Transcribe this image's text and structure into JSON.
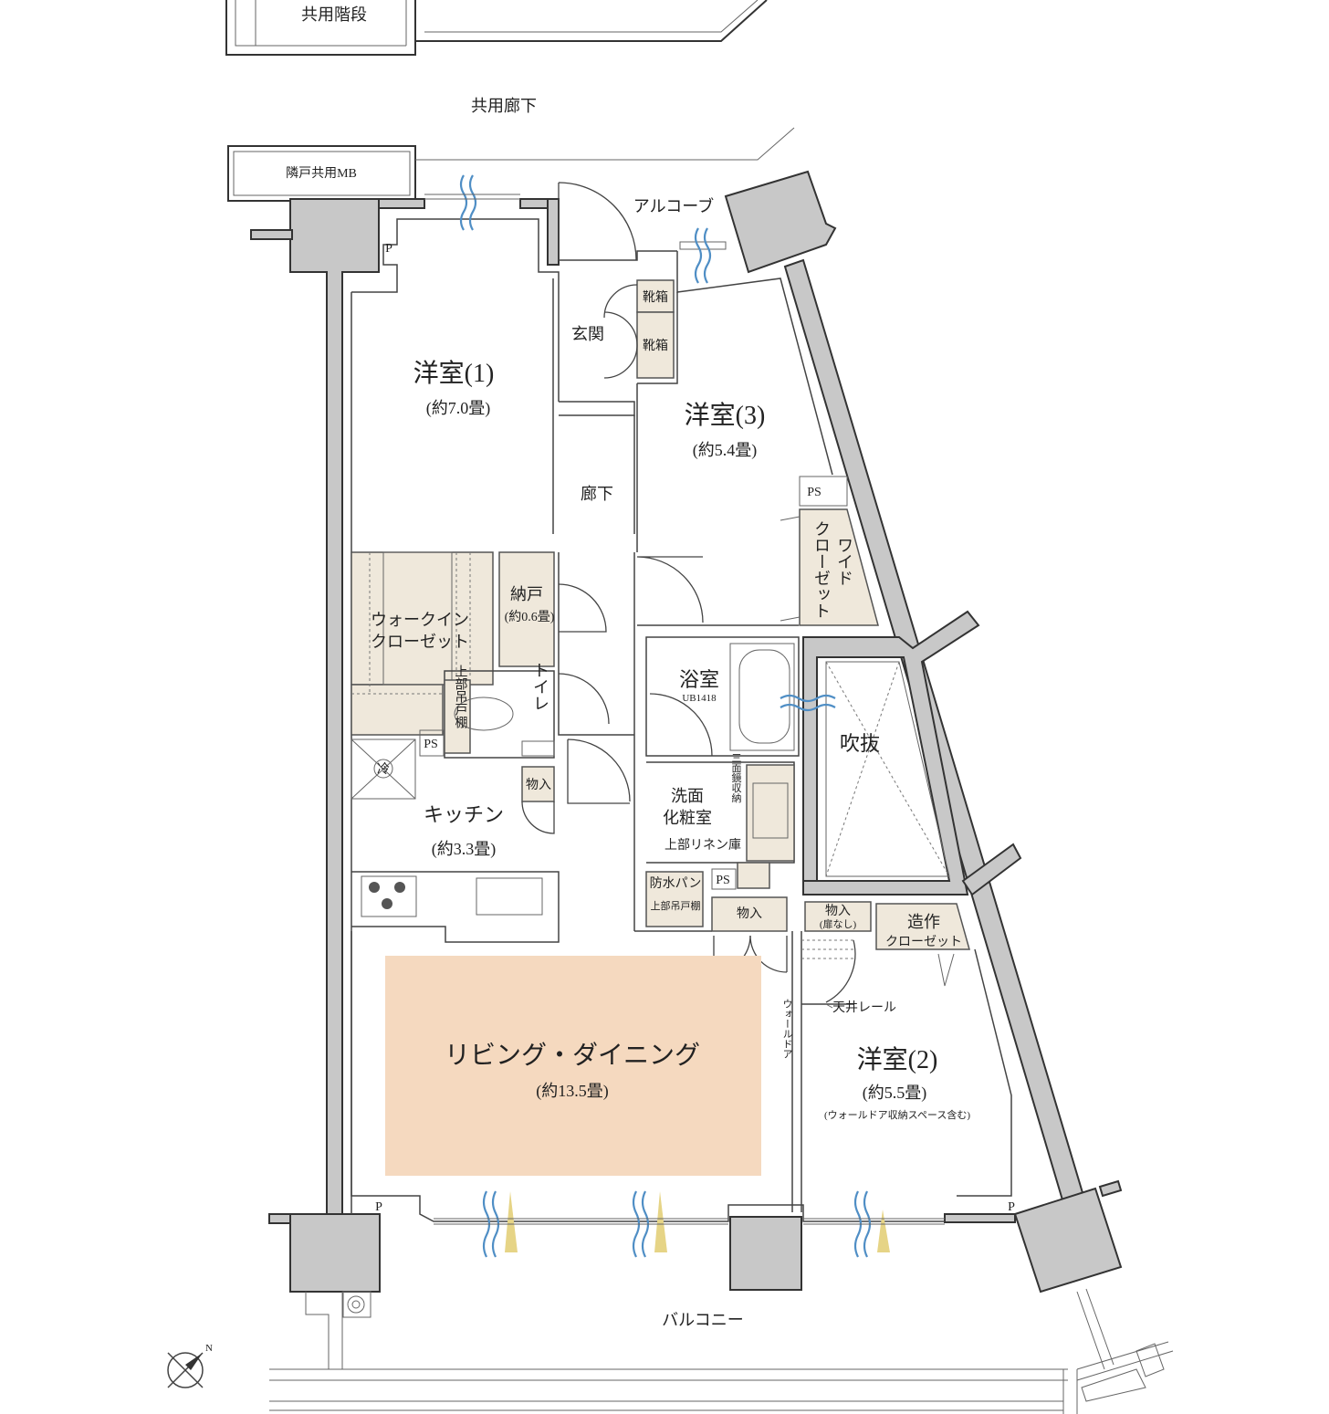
{
  "labels": {
    "common_stairs": "共用階段",
    "common_corridor": "共用廊下",
    "neighbor_mb": "隣戸共用MB",
    "alcove": "アルコーブ",
    "entrance": "玄関",
    "shoe_box_1": "靴箱",
    "shoe_box_2": "靴箱",
    "hallway": "廊下",
    "room1_name": "洋室(1)",
    "room1_size": "(約7.0畳)",
    "room3_name": "洋室(3)",
    "room3_size": "(約5.4畳)",
    "ps_room3": "PS",
    "wide_closet_1": "ワイド",
    "wide_closet_2": "クローゼット",
    "wic_1": "ウォークイン",
    "wic_2": "クローゼット",
    "storeroom_name": "納戸",
    "storeroom_size": "(約0.6畳)",
    "toilet": "トイレ",
    "toilet_shelf": "上部吊戸棚",
    "ps_toilet": "PS",
    "bath_name": "浴室",
    "bath_model": "UB1418",
    "atrium": "吹抜",
    "wash_1": "洗面",
    "wash_2": "化粧室",
    "mirror_storage": "三面鏡収納",
    "linen": "上部リネン庫",
    "ps_wash": "PS",
    "waterproof_pan": "防水パン",
    "wash_shelf": "上部吊戸棚",
    "storage_kitchen": "物入",
    "storage_wash": "物入",
    "storage_nodoor_1": "物入",
    "storage_nodoor_2": "(扉なし)",
    "built_closet_1": "造作",
    "built_closet_2": "クローゼット",
    "fridge": "冷",
    "kitchen_name": "キッチン",
    "kitchen_size": "(約3.3畳)",
    "ceiling_rail": "天井レール",
    "wall_door": "ウォールドア",
    "ld_name": "リビング・ダイニング",
    "ld_size": "(約13.5畳)",
    "room2_name": "洋室(2)",
    "room2_size": "(約5.5畳)",
    "room2_note": "(ウォールドア収納スペース含む)",
    "p_mark_1": "P",
    "p_mark_2": "P",
    "p_mark_3": "P",
    "balcony": "バルコニー",
    "compass_n": "N"
  },
  "colors": {
    "structure": "#c8c8c8",
    "storage": "#efe8db",
    "living_dining": "#f5d9bf",
    "wind": "#4f8ec5",
    "sunlight": "#e6d486"
  }
}
